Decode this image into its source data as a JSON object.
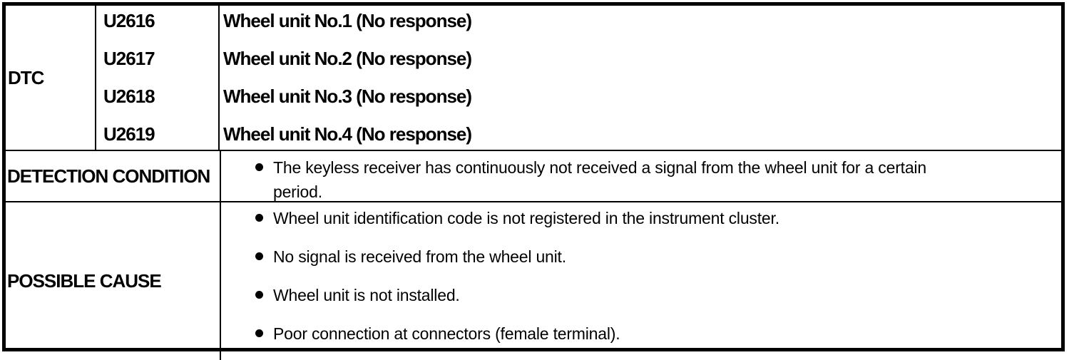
{
  "colors": {
    "border": "#000000",
    "text": "#000000",
    "background": "#ffffff"
  },
  "table": {
    "dtc": {
      "label": "DTC",
      "rows": [
        {
          "code": "U2616",
          "description": "Wheel unit No.1 (No response)"
        },
        {
          "code": "U2617",
          "description": "Wheel unit No.2 (No response)"
        },
        {
          "code": "U2618",
          "description": "Wheel unit No.3 (No response)"
        },
        {
          "code": "U2619",
          "description": "Wheel unit No.4 (No response)"
        }
      ]
    },
    "detection_condition": {
      "label": "DETECTION CONDITION",
      "items": [
        "The keyless receiver has continuously not received a signal from the wheel unit for a certain period."
      ]
    },
    "possible_cause": {
      "label": "POSSIBLE CAUSE",
      "items": [
        "Wheel unit identification code is not registered in the instrument cluster.",
        "No signal is received from the wheel unit.",
        "Wheel unit is not installed.",
        "Poor connection at connectors (female terminal)."
      ]
    }
  }
}
